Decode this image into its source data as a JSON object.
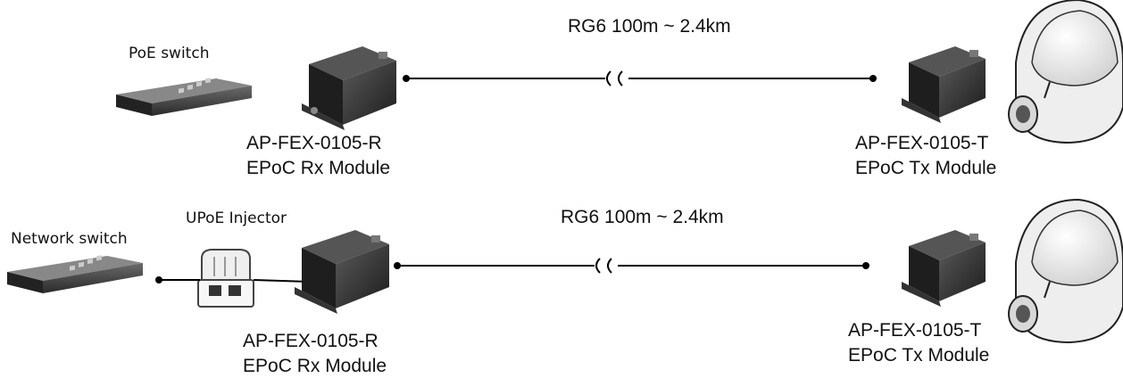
{
  "row1": {
    "switch_label": "PoE switch",
    "cable_label": "RG6 100m ~ 2.4km",
    "rx_model": "AP-FEX-0105-R",
    "rx_desc": "EPoC Rx Module",
    "tx_model": "AP-FEX-0105-T",
    "tx_desc": "EPoC Tx Module"
  },
  "row2": {
    "switch_label": "Network switch",
    "injector_label": "UPoE Injector",
    "cable_label": "RG6 100m ~ 2.4km",
    "rx_model": "AP-FEX-0105-R",
    "rx_desc": "EPoC Rx Module",
    "tx_model": "AP-FEX-0105-T",
    "tx_desc": "EPoC Tx Module"
  },
  "icons": [
    "switch-icon",
    "epoc-module-icon",
    "dome-camera-icon",
    "poe-injector-icon",
    "cable-break-icon"
  ],
  "colors": {
    "device_dark": "#2b2b2b",
    "device_mid": "#555555",
    "line": "#000000",
    "camera_shell": "#f4f4f4"
  }
}
